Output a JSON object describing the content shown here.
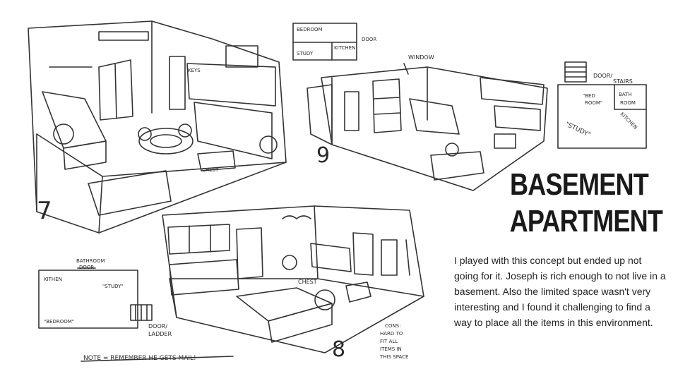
{
  "slide": {
    "title_line1": "BASEMENT",
    "title_line2": "APARTMENT",
    "description": "I played with this concept but ended up not going for it. Joseph is rich enough to not live in a basement. Also the limited space wasn't very interesting and I found it challenging to find a way to place all the items in this environment."
  },
  "sketch": {
    "numbers": {
      "seven": "7",
      "nine": "9",
      "eight": "8"
    },
    "plan_top": {
      "bedroom": "BEDROOM",
      "door": "DOOR",
      "study": "STUDY",
      "kitchen": "KITCHEN"
    },
    "plan_right": {
      "door_stairs_1": "DOOR/",
      "door_stairs_2": "STAIRS",
      "bed_1": "\"BED",
      "bed_2": "ROOM\"",
      "bath_1": "BATH",
      "bath_2": "ROOM",
      "kitchen": "KITCHEN",
      "study": "\"STUDY\""
    },
    "plan_bottom": {
      "bathroom_1": "BATHROOM",
      "bathroom_2": "DOOR",
      "kitchen": "KITHEN",
      "study": "\"STUDY\"",
      "bedroom": "\"BEDROOM\"",
      "ladder_1": "DOOR/",
      "ladder_2": "LADDER"
    },
    "room7": {
      "keys": "KEYS",
      "chest": "CHEST"
    },
    "room9": {
      "window": "WINDOW"
    },
    "room8": {
      "chest": "CHEST"
    },
    "cons": {
      "l1": "CONS:",
      "l2": "HARD TO",
      "l3": "FIT ALL",
      "l4": "ITEMS IN",
      "l5": "THIS SPACE"
    },
    "note": "NOTE = REMEMBER HE GETS MAIL!"
  }
}
